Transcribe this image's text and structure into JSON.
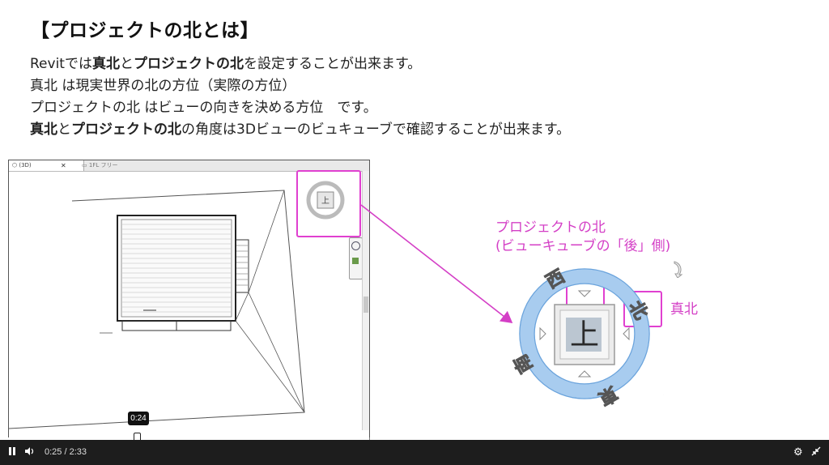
{
  "slide": {
    "title": "【プロジェクトの北とは】",
    "lines": [
      [
        {
          "t": "Revitでは",
          "b": false
        },
        {
          "t": "真北",
          "b": true
        },
        {
          "t": "と",
          "b": false
        },
        {
          "t": "プロジェクトの北",
          "b": true
        },
        {
          "t": "を設定することが出来ます。",
          "b": false
        }
      ],
      [
        {
          "t": "真北 は現実世界の北の方位（実際の方位）",
          "b": false
        }
      ],
      [
        {
          "t": "プロジェクトの北 はビューの向きを決める方位　です。",
          "b": false
        }
      ],
      [
        {
          "t": "真北",
          "b": true
        },
        {
          "t": "と",
          "b": false
        },
        {
          "t": "プロジェクトの北",
          "b": true
        },
        {
          "t": "の角度は3Dビューのビュキューブで確認することが出来ます。",
          "b": false
        }
      ]
    ]
  },
  "revit_window": {
    "tab_active": "(3D)",
    "tab_close": "✕",
    "tab_inactive": "1FL フリー",
    "viewcube_face": "上"
  },
  "annotation": {
    "project_north_line1": "プロジェクトの北",
    "project_north_line2": "(ビューキューブの「後」側)",
    "true_north": "真北",
    "big_cube_face": "上",
    "ring_labels": {
      "north": "北",
      "west": "西",
      "south": "南",
      "east": "東"
    }
  },
  "player": {
    "tooltip_time": "0:24",
    "current_time": "0:25",
    "separator": "/",
    "duration": "2:33",
    "played_fraction": 0.166,
    "loaded_fraction": 0.289
  },
  "colors": {
    "highlight": "#e040d0",
    "annotation_text": "#d43fc6",
    "compass_ring": "#9cc4ea"
  }
}
